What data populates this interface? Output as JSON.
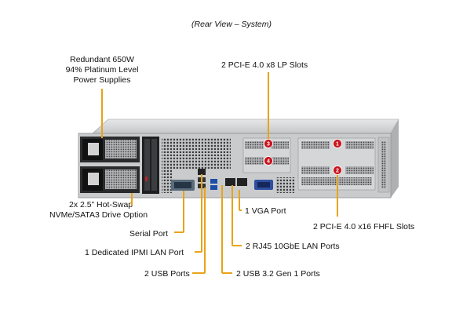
{
  "title": "(Rear View – System)",
  "callouts": {
    "psu": [
      "Redundant  650W",
      "94% Platinum Level",
      "Power Supplies"
    ],
    "lp_slots": "2 PCI-E 4.0 x8 LP Slots",
    "drive_option": [
      "2x 2.5” Hot-Swap",
      "NVMe/SATA3 Drive Option"
    ],
    "vga": "1 VGA Port",
    "fhfl_slots": "2 PCI-E 4.0 x16 FHFL Slots",
    "serial": "Serial Port",
    "ipmi": "1 Dedicated IPMI  LAN Port",
    "rj45": "2 RJ45 10GbE LAN Ports",
    "usb2": "2 USB Ports",
    "usb3": "2 USB 3.2 Gen 1 Ports"
  },
  "slot_badges": [
    "1",
    "2",
    "3",
    "4"
  ],
  "colors": {
    "callout_line": "#e8a317",
    "badge": "#c8141e",
    "chassis": "#c9cbcd"
  }
}
